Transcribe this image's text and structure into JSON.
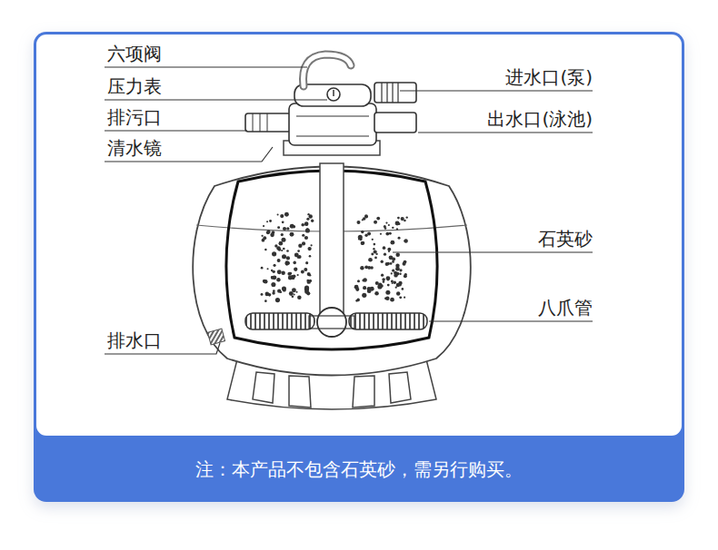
{
  "diagram": {
    "caption": "注：本产品不包含石英砂，需另行购买。",
    "labels": [
      "六项阀",
      "压力表",
      "排污口",
      "清水镜",
      "进水口(泵)",
      "出水口(泳池)",
      "石英砂",
      "八爪管",
      "排水口"
    ]
  }
}
